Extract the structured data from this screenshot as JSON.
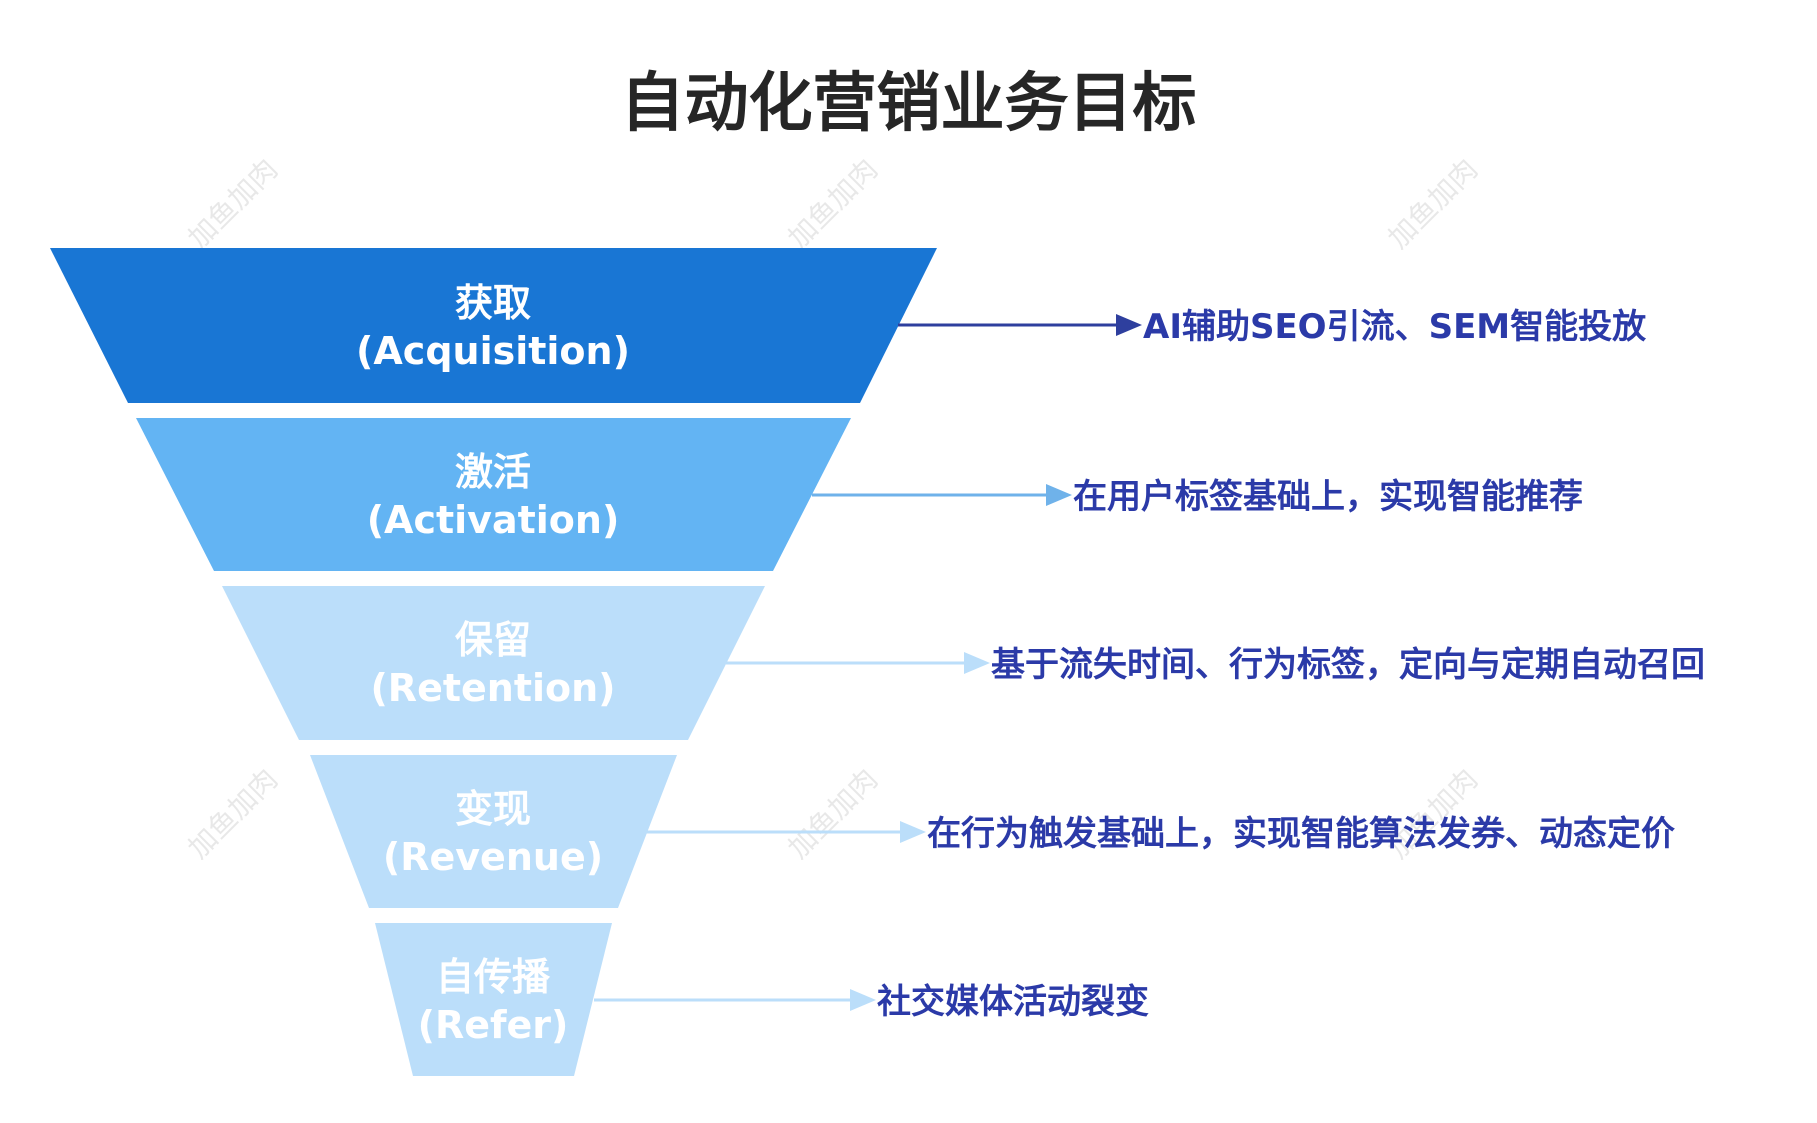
{
  "title": "自动化营销业务目标",
  "colors": {
    "level1": "#1976d4",
    "level2": "#63b4f3",
    "level3": "#bbdefa",
    "level4": "#bbdefa",
    "level5": "#bbdefa",
    "arrow1": "#2e3f9e",
    "arrow2": "#6fb2ea",
    "arrow3": "#bbdefa",
    "arrow4": "#bbdefa",
    "arrow5": "#bbdefa",
    "description_text": "#2b3aa8",
    "label_text": "#ffffff"
  },
  "funnel": [
    {
      "name": "获取",
      "en": "(Acquisition)",
      "description": "AI辅助SEO引流、SEM智能投放"
    },
    {
      "name": "激活",
      "en": "(Activation)",
      "description": "在用户标签基础上，实现智能推荐"
    },
    {
      "name": "保留",
      "en": "(Retention)",
      "description": "基于流失时间、行为标签，定向与定期自动召回"
    },
    {
      "name": "变现",
      "en": "(Revenue)",
      "description": "在行为触发基础上，实现智能算法发券、动态定价"
    },
    {
      "name": "自传播",
      "en": "(Refer)",
      "description": "社交媒体活动裂变"
    }
  ],
  "watermark": "加鱼加肉"
}
